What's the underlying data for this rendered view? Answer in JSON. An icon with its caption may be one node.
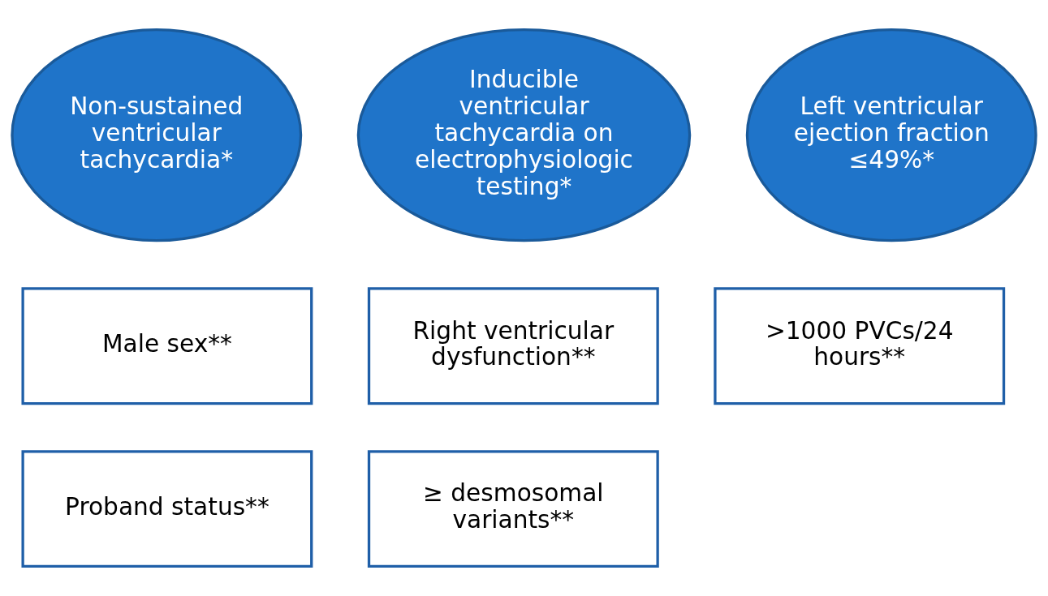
{
  "diagram": {
    "nodes": [
      {
        "text": [
          "Non-sustained ventricular tachycardia*"
        ]
      },
      {
        "text": [
          "Inducible ventricular tachycardia on electrophysiologic testing*"
        ]
      },
      {
        "text": [
          "Left ventricular ejection fraction ≤49%*"
        ]
      },
      {
        "text": [
          "Male sex**"
        ]
      },
      {
        "text": [
          "Right ventricular dysfunction**"
        ]
      },
      {
        "text": [
          ">1000 PVCs/24 hours**"
        ]
      },
      {
        "text": [
          "Proband status**"
        ]
      },
      {
        "text": [
          "≥ desmosomal variants**"
        ]
      }
    ]
  }
}
